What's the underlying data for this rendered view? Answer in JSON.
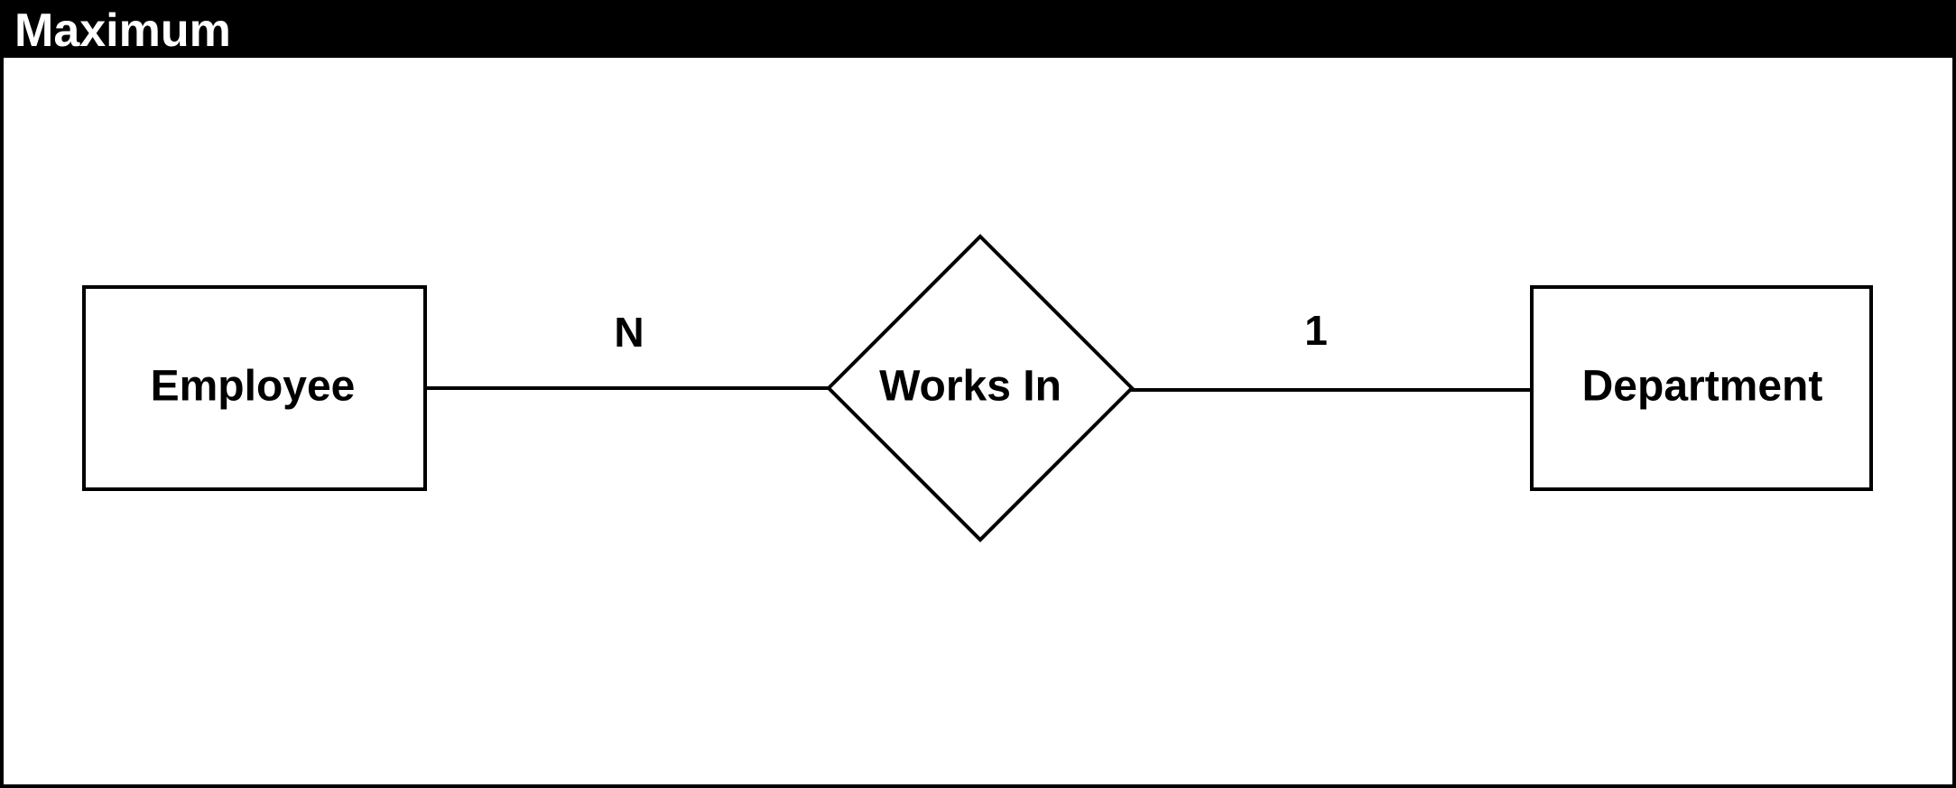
{
  "frame": {
    "title": "Maximum"
  },
  "diagram": {
    "entities": {
      "employee": "Employee",
      "department": "Department"
    },
    "relationship": "Works In",
    "cardinality": {
      "employee_side": "N",
      "department_side": "1"
    }
  },
  "colors": {
    "stroke": "#000000",
    "background": "#ffffff",
    "title_bar": "#000000",
    "title_text": "#ffffff"
  }
}
